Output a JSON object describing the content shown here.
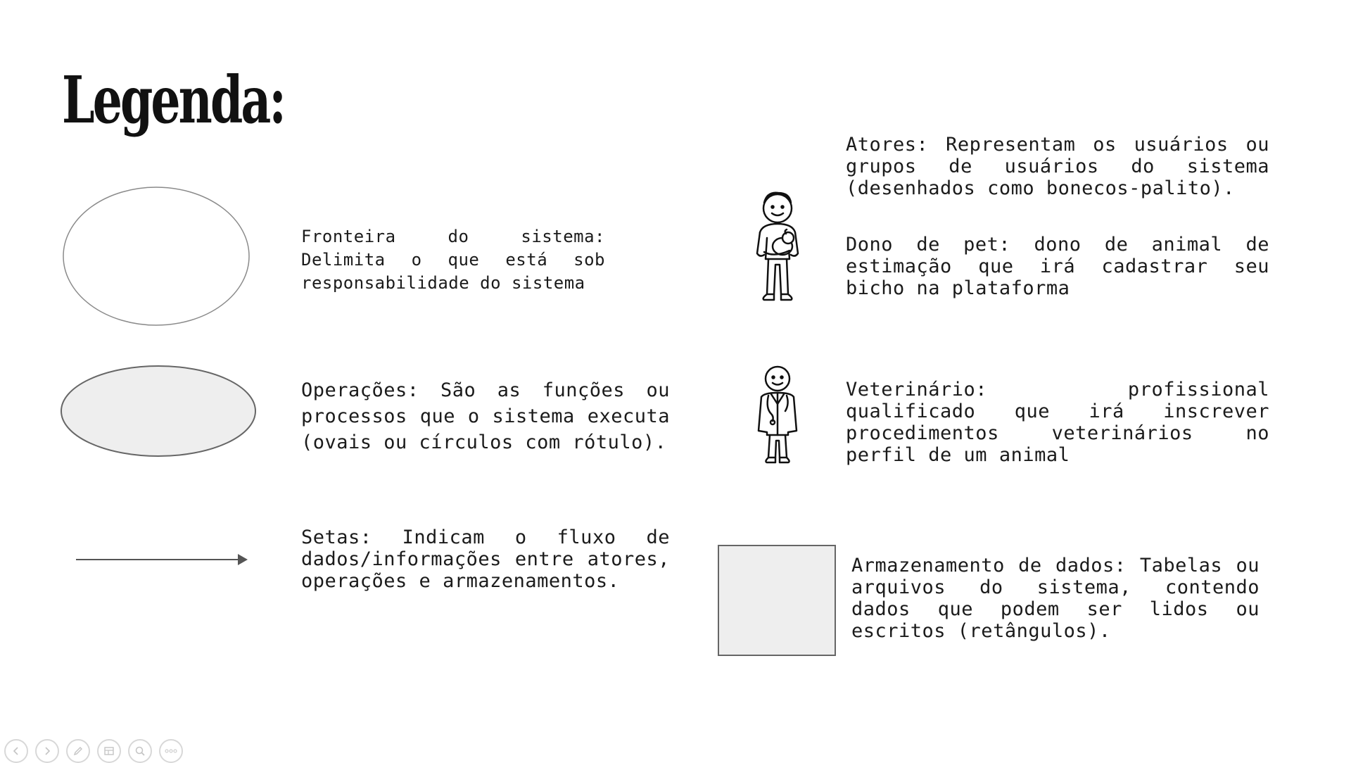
{
  "title": "Legenda:",
  "items": {
    "boundary": "Fronteira do sistema: Delimita o que está sob responsabilidade do sistema",
    "operations": "Operações: São as funções ou processos que o sistema executa (ovais ou círculos com rótulo).",
    "arrows": "Setas: Indicam o fluxo de dados/informações entre atores, operações e armazenamentos.",
    "actors": "Atores: Representam os usuários ou grupos de usuários do sistema (desenhados como bonecos-palito).",
    "pet_owner": "Dono de pet: dono de animal de estimação que irá cadastrar seu bicho na plataforma",
    "vet": "Veterinário: profissional qualificado que irá inscrever procedimentos veterinários no perfil de um animal",
    "storage": "Armazenamento de dados: Tabelas ou arquivos do sistema, contendo dados que podem ser lidos ou escritos (retângulos)."
  },
  "colors": {
    "shape_fill": "#eeeeee",
    "shape_stroke": "#666666",
    "boundary_stroke": "#8a8a8a"
  },
  "nav_icons": [
    "previous-icon",
    "next-icon",
    "pen-icon",
    "slides-icon",
    "zoom-icon",
    "more-icon"
  ]
}
